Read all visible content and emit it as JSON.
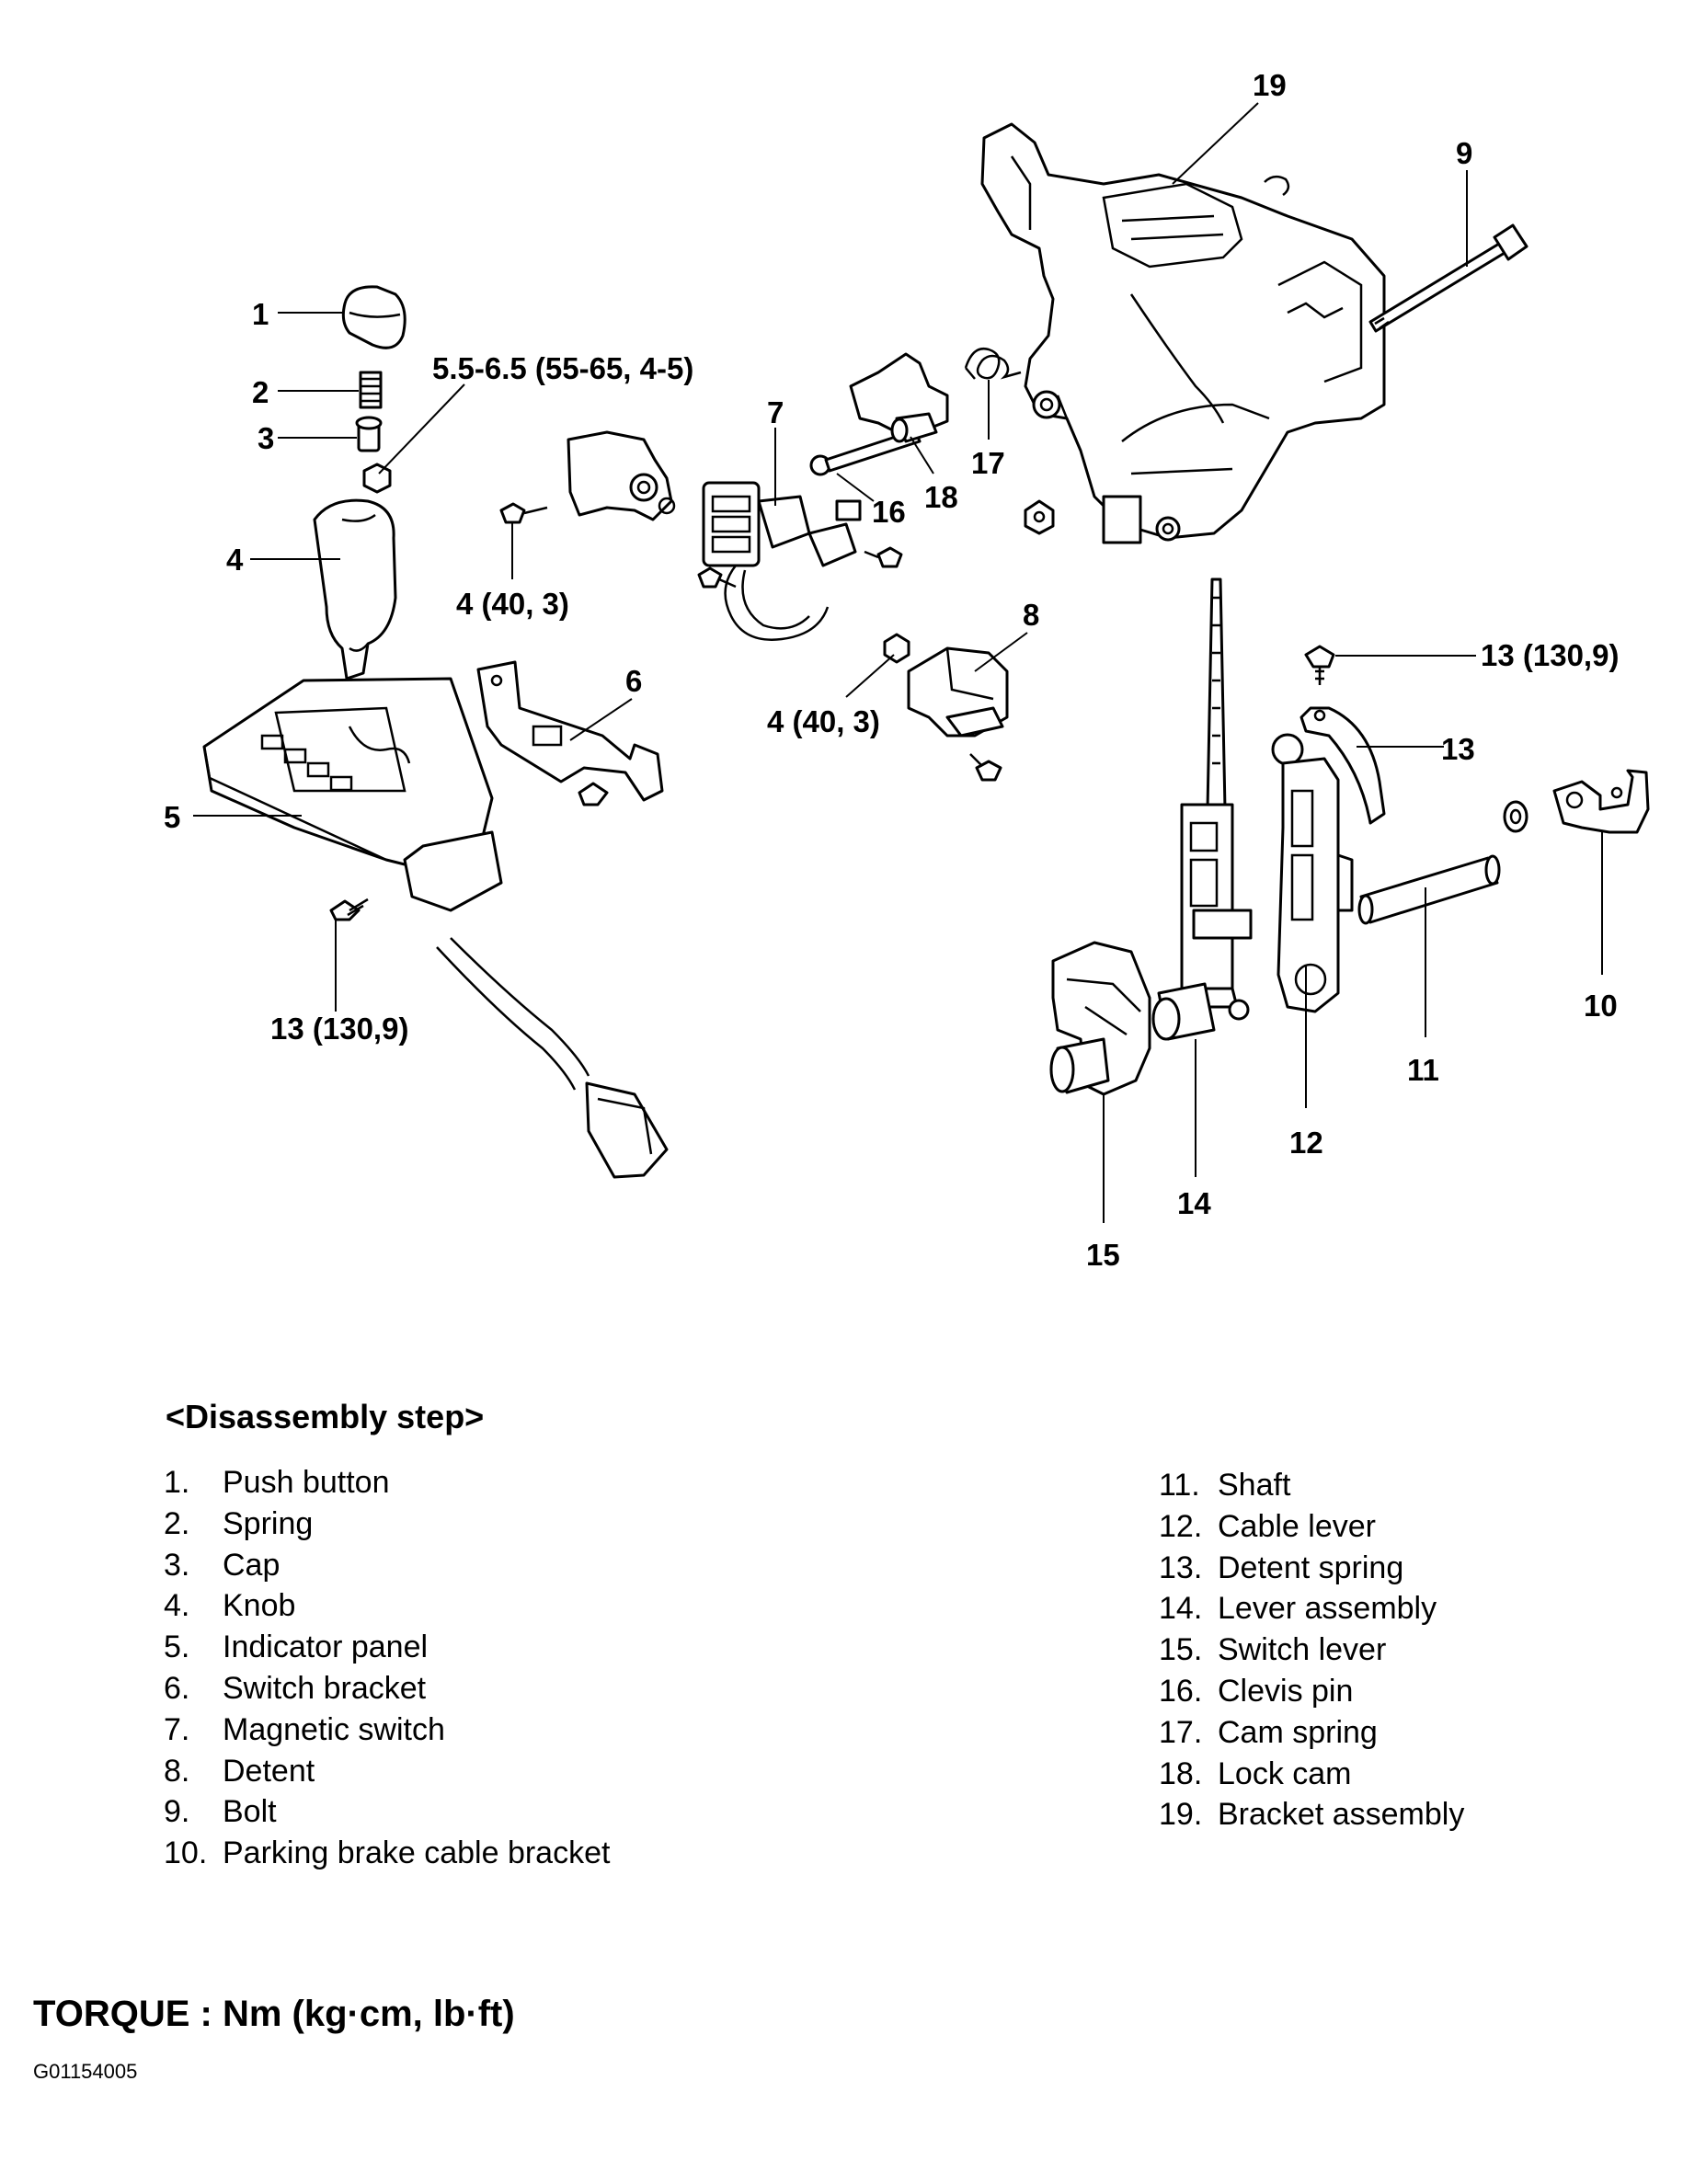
{
  "diagram": {
    "callouts": {
      "c1": "1",
      "c2": "2",
      "c3": "3",
      "c4": "4",
      "c5": "5",
      "c6": "6",
      "c7": "7",
      "c8": "8",
      "c9": "9",
      "c10": "10",
      "c11": "11",
      "c12": "12",
      "c13": "13",
      "c14": "14",
      "c15": "15",
      "c16": "16",
      "c17": "17",
      "c18": "18",
      "c19": "19"
    },
    "torque_labels": {
      "cap_nut": "5.5-6.5 (55-65, 4-5)",
      "switch_bolt": "4 (40, 3)",
      "detent_nut": "4 (40, 3)",
      "panel_bolt": "13 (130,9)",
      "spring_bolt": "13 (130,9)"
    }
  },
  "steps": {
    "heading": "<Disassembly step>",
    "left": [
      {
        "num": "1.",
        "label": "Push button"
      },
      {
        "num": "2.",
        "label": "Spring"
      },
      {
        "num": "3.",
        "label": "Cap"
      },
      {
        "num": "4.",
        "label": "Knob"
      },
      {
        "num": "5.",
        "label": "Indicator panel"
      },
      {
        "num": "6.",
        "label": "Switch bracket"
      },
      {
        "num": "7.",
        "label": "Magnetic switch"
      },
      {
        "num": "8.",
        "label": "Detent"
      },
      {
        "num": "9.",
        "label": "Bolt"
      },
      {
        "num": "10.",
        "label": "Parking brake cable bracket"
      }
    ],
    "right": [
      {
        "num": "11.",
        "label": "Shaft"
      },
      {
        "num": "12.",
        "label": "Cable lever"
      },
      {
        "num": "13.",
        "label": "Detent spring"
      },
      {
        "num": "14.",
        "label": "Lever assembly"
      },
      {
        "num": "15.",
        "label": "Switch lever"
      },
      {
        "num": "16.",
        "label": "Clevis pin"
      },
      {
        "num": "17.",
        "label": "Cam spring"
      },
      {
        "num": "18.",
        "label": "Lock cam"
      },
      {
        "num": "19.",
        "label": "Bracket assembly"
      }
    ]
  },
  "torque_legend": "TORQUE : Nm (kg·cm, lb·ft)",
  "figure_code": "G01154005"
}
